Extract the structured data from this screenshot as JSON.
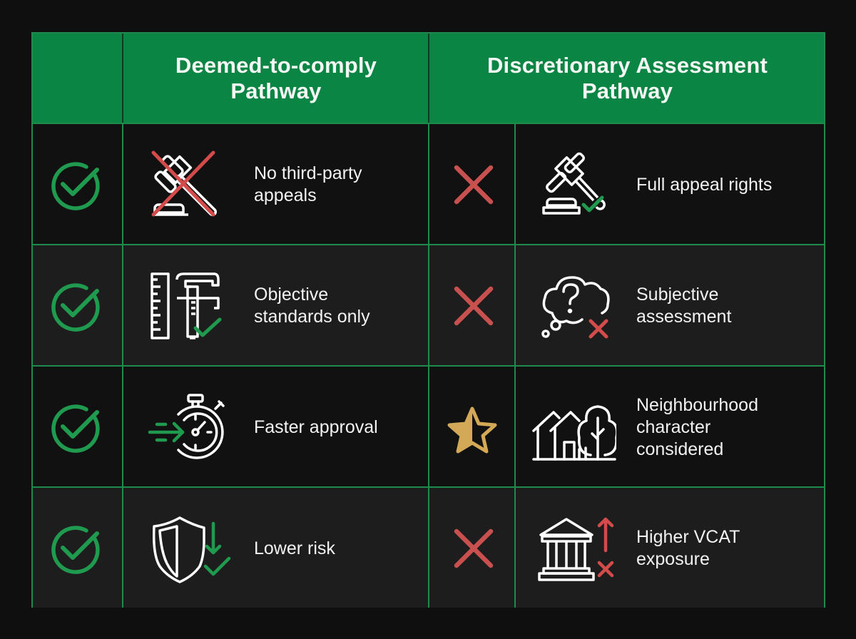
{
  "header": {
    "corner_label": "",
    "col1_title_line1": "Deemed-to-comply",
    "col1_title_line2": "Pathway",
    "col2_title_line1": "Discretionary Assessment",
    "col2_title_line2": "Pathway"
  },
  "colors": {
    "header_green": "#0b8544",
    "border_green": "#1f8a4c",
    "check_green": "#1f9a4e",
    "cross_red": "#c8504f",
    "star_gold": "#d3a857",
    "background": "#0f0f0f"
  },
  "rows": [
    {
      "status_left": "check-circle",
      "left_icon": "gavel-crossed-out",
      "left_line1": "No third-party",
      "left_line2": "appeals",
      "status_right": "cross",
      "right_icon": "gavel-with-check",
      "right_line1": "Full appeal rights",
      "right_line2": ""
    },
    {
      "status_left": "check-circle",
      "left_icon": "ruler-caliper-check",
      "left_line1": "Objective",
      "left_line2": "standards only",
      "status_right": "cross",
      "right_icon": "thought-cloud-question-cross",
      "right_line1": "Subjective",
      "right_line2": "assessment"
    },
    {
      "status_left": "check-circle",
      "left_icon": "stopwatch-fast",
      "left_line1": "Faster approval",
      "left_line2": "",
      "status_right": "half-star",
      "right_icon": "houses-tree",
      "right_line1": "Neighbourhood",
      "right_line2": "character",
      "right_line3": "considered"
    },
    {
      "status_left": "check-circle",
      "left_icon": "shield-down-check",
      "left_line1": "Lower risk",
      "left_line2": "",
      "status_right": "cross",
      "right_icon": "courthouse-up-cross",
      "right_line1": "Higher VCAT",
      "right_line2": "exposure"
    }
  ]
}
